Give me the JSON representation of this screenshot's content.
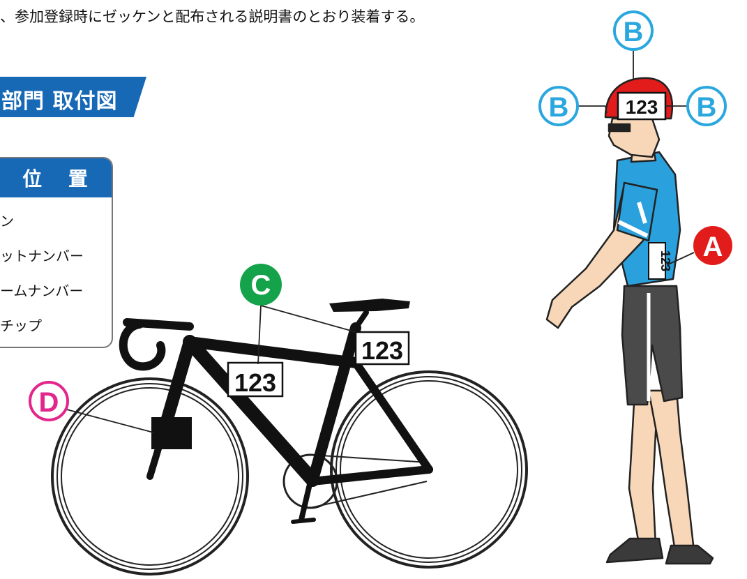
{
  "instruction_text": "、参加登録時にゼッケンと配布される説明書のとおり装着する。",
  "section_banner": "部門 取付図",
  "table": {
    "header": "位 置",
    "rows": [
      "ン",
      "ットナンバー",
      "ームナンバー",
      "チップ"
    ]
  },
  "markers": {
    "A": "A",
    "B": "B",
    "C": "C",
    "D": "D"
  },
  "number_tag": "123",
  "colors": {
    "blue": "#1769b6",
    "cyan": "#2aa7de",
    "red": "#e21b1b",
    "green": "#14a24b",
    "magenta": "#e2268c",
    "jersey": "#2aa0dc"
  }
}
